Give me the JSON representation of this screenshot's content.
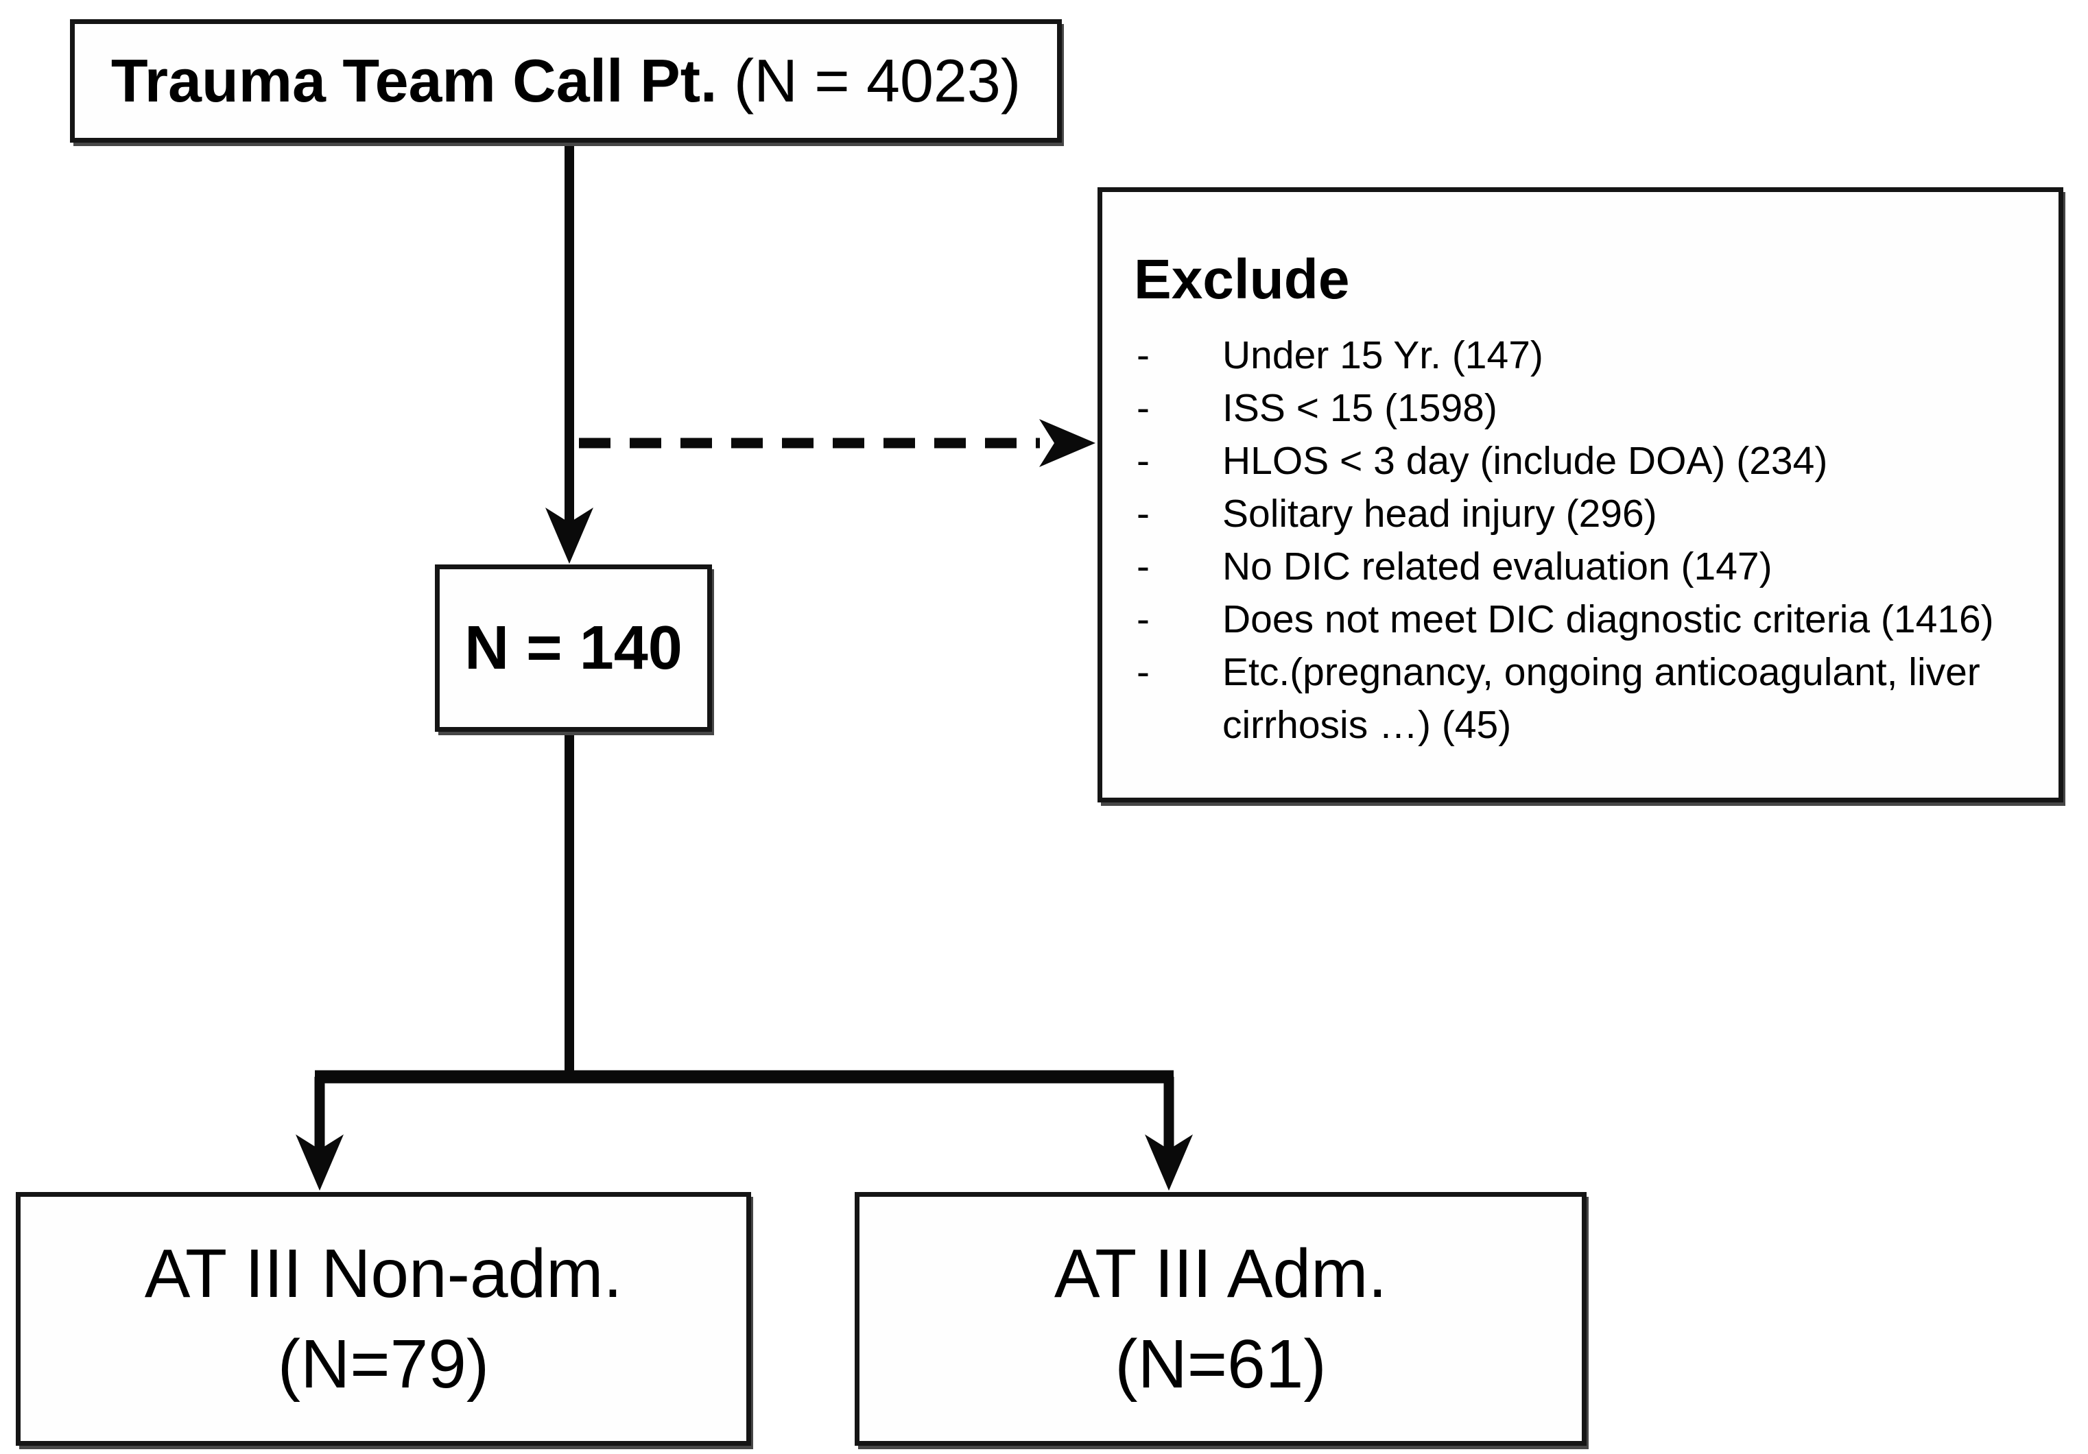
{
  "diagram": {
    "top_box": {
      "label_bold": "Trauma Team Call Pt.",
      "label_regular": " (N = 4023)"
    },
    "exclude_box": {
      "title": "Exclude",
      "bullet_marker": "-",
      "items": [
        "Under 15 Yr. (147)",
        "ISS < 15 (1598)",
        "HLOS < 3 day (include DOA) (234)",
        "Solitary head injury (296)",
        "No DIC related evaluation (147)",
        "Does not meet DIC diagnostic criteria (1416)",
        "Etc.(pregnancy, ongoing anticoagulant, liver cirrhosis …) (45)"
      ]
    },
    "middle_box": {
      "label": "N = 140"
    },
    "bottom_left_box": {
      "line1": "AT III Non-adm.",
      "line2": "(N=79)"
    },
    "bottom_right_box": {
      "line1": "AT III Adm.",
      "line2": "(N=61)"
    },
    "colors": {
      "background": "#ffffff",
      "box_border": "#151515",
      "line": "#0a0a0a",
      "text": "#000000"
    }
  }
}
